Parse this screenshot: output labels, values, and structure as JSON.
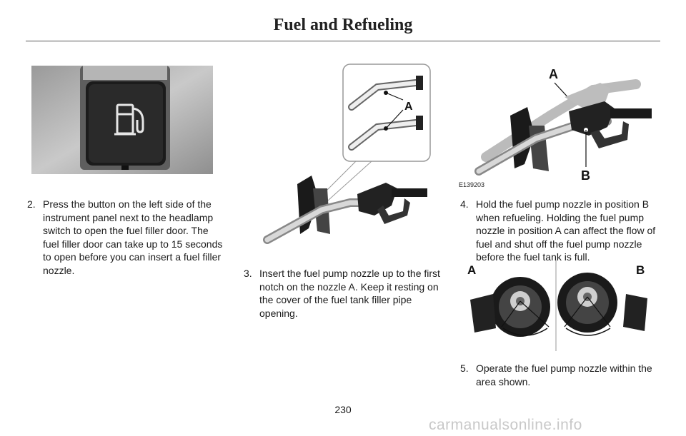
{
  "header": {
    "title": "Fuel and Refueling"
  },
  "steps": [
    {
      "num": "2.",
      "text": "Press the button on the left side of the instrument panel next to the headlamp switch to open the fuel filler door. The fuel filler door can take up to 15 seconds to open before you can insert a fuel filler nozzle."
    },
    {
      "num": "3.",
      "text": "Insert the fuel pump nozzle up to the first notch on the nozzle A.  Keep it resting on the cover of the fuel tank filler pipe opening."
    },
    {
      "num": "4.",
      "text": "Hold the fuel pump nozzle in position B when refueling.  Holding the fuel pump nozzle in position A can affect the flow of fuel and shut off the fuel pump nozzle before the fuel tank is full."
    },
    {
      "num": "5.",
      "text": "Operate the fuel pump nozzle within the area shown."
    }
  ],
  "figures": {
    "fuel_button": {
      "icon": "fuel-pump-icon"
    },
    "nozzle_notch": {
      "callout": "A"
    },
    "nozzle_position": {
      "label_a": "A",
      "label_b": "B",
      "code": "E139203"
    },
    "operating_area": {
      "label_a": "A",
      "label_b": "B"
    }
  },
  "footer": {
    "page_number": "230",
    "watermark": "carmanualsonline.info"
  }
}
